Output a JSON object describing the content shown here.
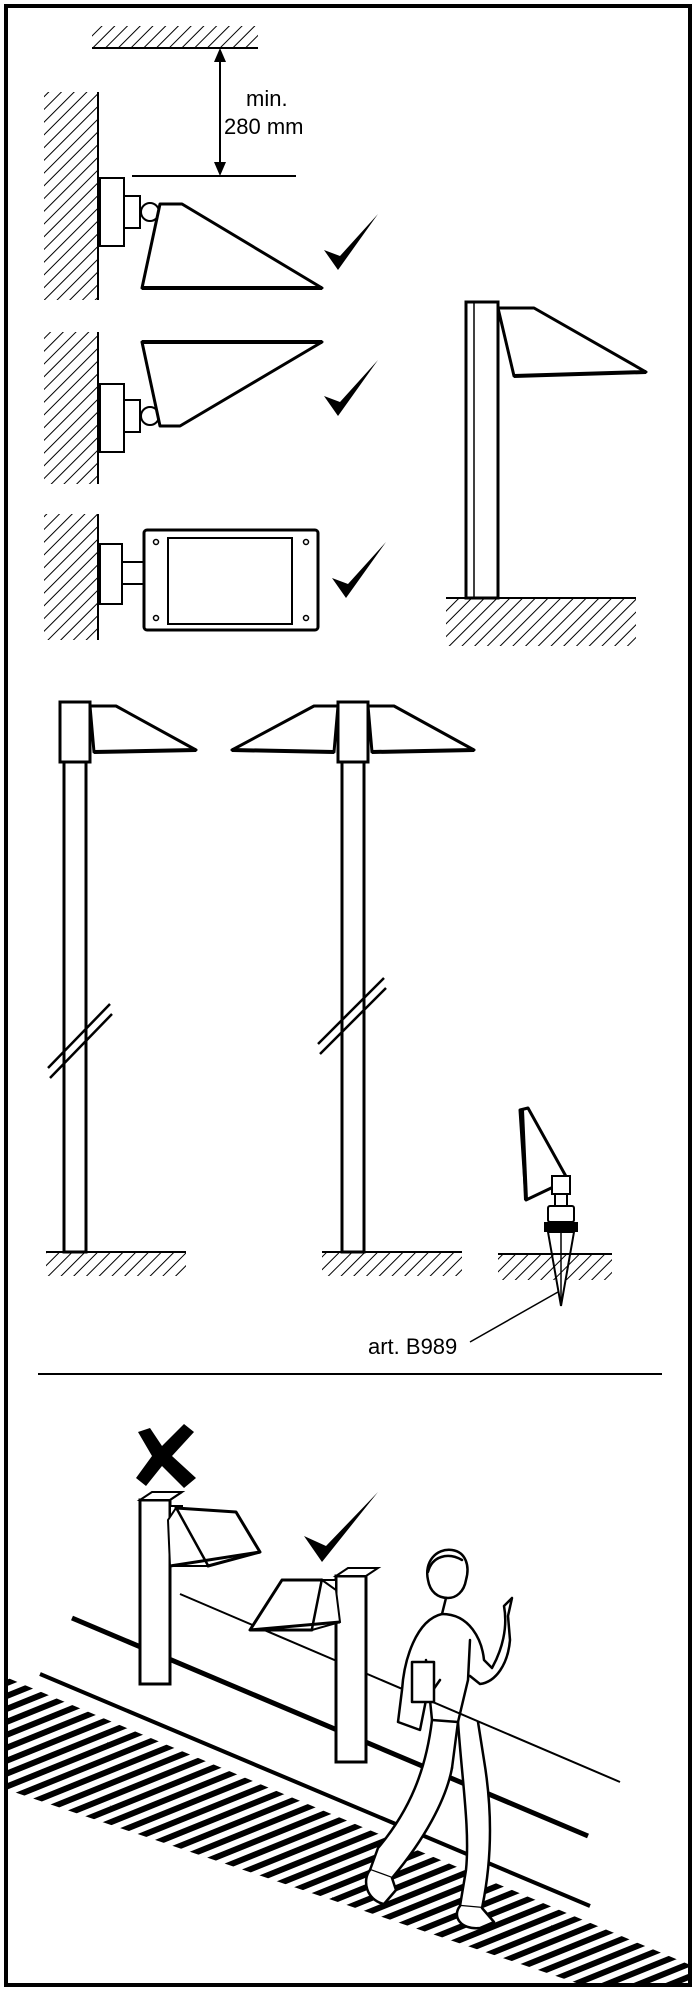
{
  "labels": {
    "clearance_line1": "min.",
    "clearance_line2": "280 mm",
    "spike_article": "art. B989"
  },
  "marks": {
    "correct": "check-mark-icon",
    "incorrect": "cross-mark-icon"
  },
  "colors": {
    "ink": "#000000",
    "paper": "#ffffff"
  }
}
